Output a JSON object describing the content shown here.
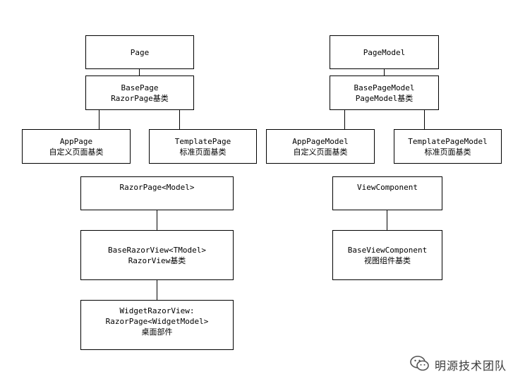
{
  "diagram": {
    "page": [
      "Page"
    ],
    "base_page": [
      "BasePage",
      "RazorPage基类"
    ],
    "app_page": [
      "AppPage",
      "自定义页面基类"
    ],
    "template_page": [
      "TemplatePage",
      "标准页面基类"
    ],
    "page_model": [
      "PageModel"
    ],
    "base_page_model": [
      "BasePageModel",
      "PageModel基类"
    ],
    "app_page_model": [
      "AppPageModel",
      "自定义页面基类"
    ],
    "template_page_model": [
      "TemplatePageModel",
      "标准页面基类"
    ],
    "razor_page_model": [
      "RazorPage<Model>"
    ],
    "base_razor_view": [
      "BaseRazorView<TModel>",
      "RazorView基类"
    ],
    "widget_razor_view": [
      "WidgetRazorView:",
      "RazorPage<WidgetModel>",
      "桌面部件"
    ],
    "view_component": [
      "ViewComponent"
    ],
    "base_view_component": [
      "BaseViewComponent",
      "视图组件基类"
    ]
  },
  "watermark": {
    "text": "明源技术团队",
    "icon": "wechat-icon"
  }
}
